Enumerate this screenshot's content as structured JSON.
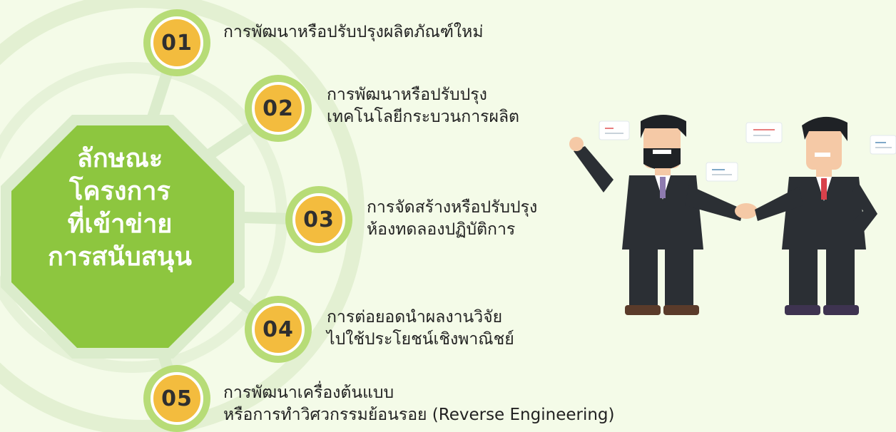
{
  "colors": {
    "background": "#f4fbe8",
    "octagon": "#8dc63f",
    "badge_ring": "#b7dc77",
    "badge_fill": "#f3bc3e",
    "suit": "#2b2f34"
  },
  "center": {
    "lines": [
      "ลักษณะ",
      "โครงการ",
      "ที่เข้าข่าย",
      "การสนับสนุน"
    ]
  },
  "items": [
    {
      "number": "01",
      "lines": [
        "การพัฒนาหรือปรับปรุงผลิตภัณฑ์ใหม่"
      ]
    },
    {
      "number": "02",
      "lines": [
        "การพัฒนาหรือปรับปรุง",
        "เทคโนโลยีกระบวนการผลิต"
      ]
    },
    {
      "number": "03",
      "lines": [
        "การจัดสร้างหรือปรับปรุง",
        "ห้องทดลองปฏิบัติการ"
      ]
    },
    {
      "number": "04",
      "lines": [
        "การต่อยอดนำผลงานวิจัย",
        "ไปใช้ประโยชน์เชิงพาณิชย์"
      ]
    },
    {
      "number": "05",
      "lines": [
        "การพัฒนาเครื่องต้นแบบ",
        "หรือการทำวิศวกรรมย้อนรอย (Reverse Engineering)"
      ]
    }
  ],
  "illustration": {
    "subject": "two businessmen shaking hands",
    "icons": [
      "chat-bubble-icon",
      "chat-bubble-icon",
      "chat-bubble-icon",
      "chat-bubble-icon"
    ]
  }
}
